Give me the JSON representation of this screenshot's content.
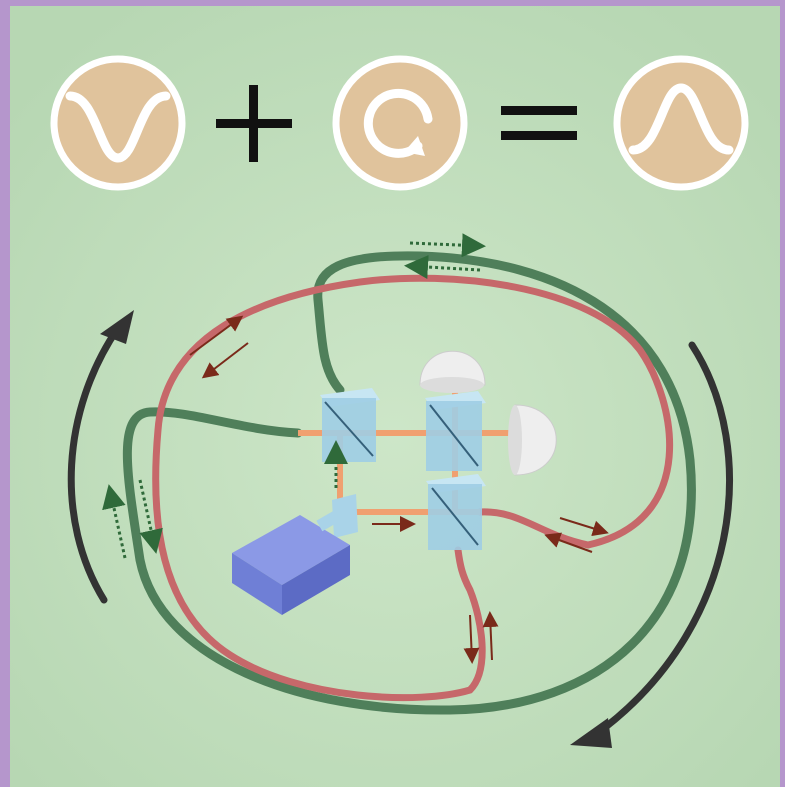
{
  "title_equation": {
    "operators": [
      "+",
      "="
    ],
    "icons": [
      "dip-curve-icon",
      "circular-arrow-icon",
      "peak-curve-icon"
    ]
  },
  "colors": {
    "frame": "#b596cc",
    "background": "#c3dfbf",
    "badge_fill": "#e0c39c",
    "badge_ring": "#ffffff",
    "operator": "#111111",
    "fiber_green": "#4f7f5a",
    "fiber_red": "#c6686a",
    "cube_blue": "#9fcde4",
    "beam_orange": "#f0a070",
    "laser_block": "#6f7fd6",
    "detector": "#eeeeee",
    "rotation_arrow": "#333333",
    "arrow_red": "#7a2a1a",
    "arrow_green": "#2f6a3a"
  },
  "components": [
    "laser-source",
    "beam-splitter-top-left",
    "beam-splitter-top-right",
    "beam-splitter-bottom-right",
    "input-splitter",
    "detector-top",
    "detector-right",
    "fiber-loop-green",
    "fiber-loop-red"
  ]
}
